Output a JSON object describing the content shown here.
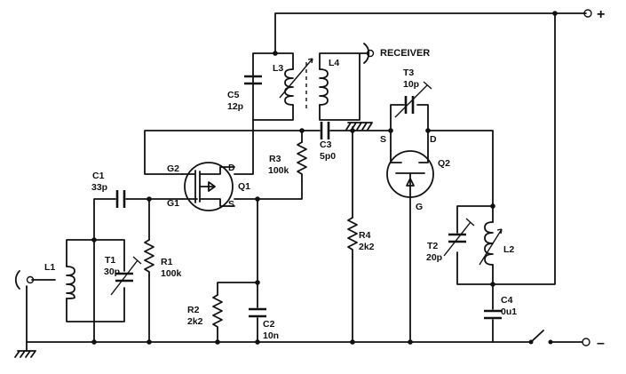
{
  "supply": {
    "positive_sign": "+",
    "negative_sign": "–"
  },
  "receiver_label": "RECEIVER",
  "components": {
    "L1": {
      "ref": "L1"
    },
    "L2": {
      "ref": "L2"
    },
    "L3": {
      "ref": "L3"
    },
    "L4": {
      "ref": "L4"
    },
    "T1": {
      "ref": "T1",
      "value": "30p"
    },
    "T2": {
      "ref": "T2",
      "value": "20p"
    },
    "T3": {
      "ref": "T3",
      "value": "10p"
    },
    "C1": {
      "ref": "C1",
      "value": "33p"
    },
    "C2": {
      "ref": "C2",
      "value": "10n"
    },
    "C3": {
      "ref": "C3",
      "value": "5p0"
    },
    "C4": {
      "ref": "C4",
      "value": "0u1"
    },
    "C5": {
      "ref": "C5",
      "value": "12p"
    },
    "R1": {
      "ref": "R1",
      "value": "100k"
    },
    "R2": {
      "ref": "R2",
      "value": "2k2"
    },
    "R3": {
      "ref": "R3",
      "value": "100k"
    },
    "R4": {
      "ref": "R4",
      "value": "2k2"
    },
    "Q1": {
      "ref": "Q1",
      "pins": {
        "g1": "G1",
        "g2": "G2",
        "d": "D",
        "s": "S"
      }
    },
    "Q2": {
      "ref": "Q2",
      "pins": {
        "s": "S",
        "d": "D",
        "g": "G"
      }
    }
  }
}
